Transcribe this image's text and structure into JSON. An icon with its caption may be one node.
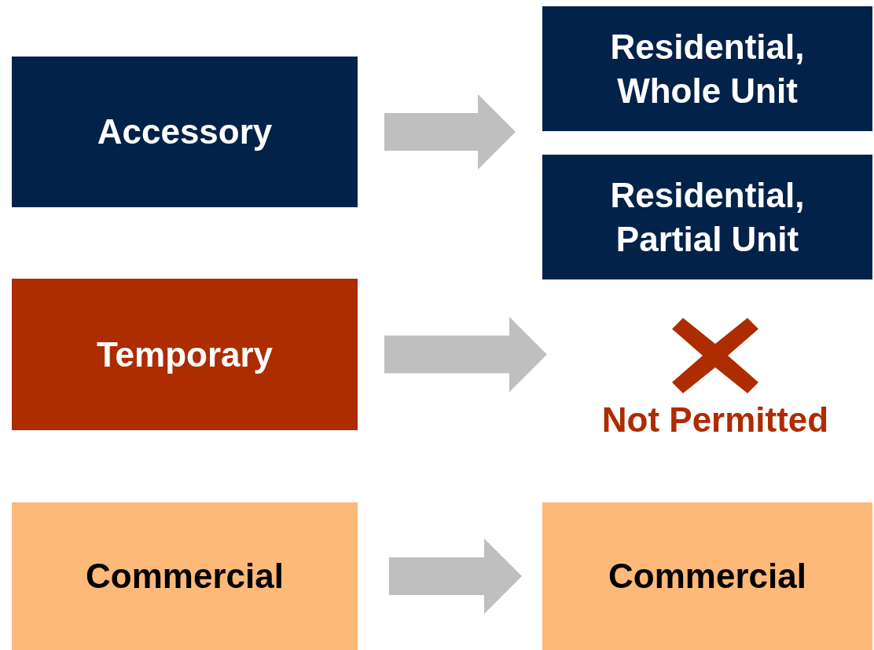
{
  "diagram": {
    "nodes": [
      {
        "text": [
          "Accessory"
        ]
      },
      {
        "text": [
          "Residential, Whole Unit"
        ]
      },
      {
        "text": [
          "Residential, Partial Unit"
        ]
      },
      {
        "text": [
          "Temporary"
        ]
      },
      {
        "text": [
          "Not Permitted"
        ]
      },
      {
        "text": [
          "Commercial"
        ]
      },
      {
        "text": [
          "Commercial"
        ]
      }
    ],
    "edges": [
      {
        "from": 0,
        "to": 1,
        "arrow": "to"
      },
      {
        "from": 0,
        "to": 2,
        "arrow": "to"
      },
      {
        "from": 3,
        "to": 4,
        "arrow": "to"
      },
      {
        "from": 5,
        "to": 6,
        "arrow": "to"
      }
    ]
  }
}
